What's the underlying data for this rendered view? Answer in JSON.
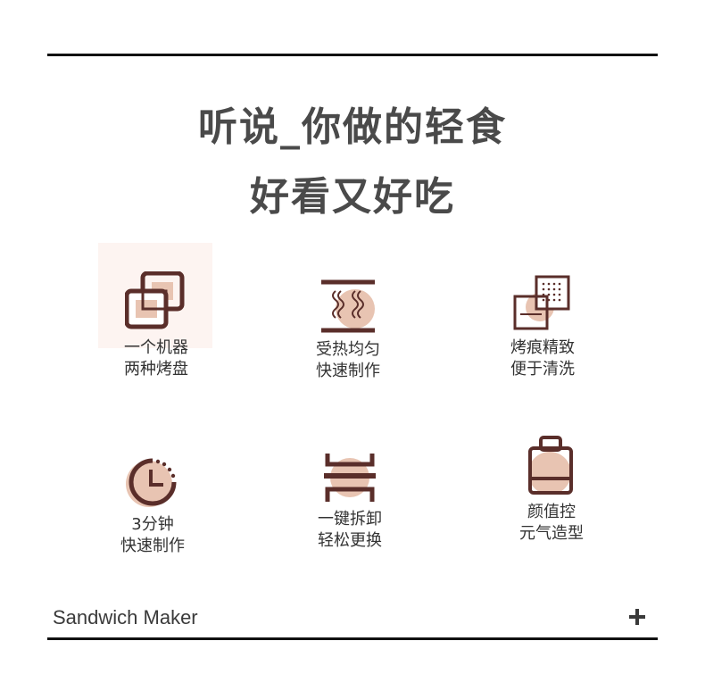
{
  "headline": {
    "line1": "听说_你做的轻食",
    "line2": "好看又好吃"
  },
  "features": [
    {
      "icon": "dual-plate-icon",
      "line1": "一个机器",
      "line2": "两种烤盘"
    },
    {
      "icon": "heat-coil-icon",
      "line1": "受热均匀",
      "line2": "快速制作"
    },
    {
      "icon": "grill-pattern-icon",
      "line1": "烤痕精致",
      "line2": "便于清洗"
    },
    {
      "icon": "clock-icon",
      "line1": "3分钟",
      "line2": "快速制作"
    },
    {
      "icon": "detachable-plate-icon",
      "line1": "一键拆卸",
      "line2": "轻松更换"
    },
    {
      "icon": "bag-shape-icon",
      "line1": "颜值控",
      "line2": "元气造型"
    }
  ],
  "footer": {
    "title": "Sandwich Maker"
  },
  "colors": {
    "icon_stroke": "#5a2e2a",
    "icon_fill": "#e8c4b2",
    "highlight_bg": "#fdf4f1",
    "rule": "#111111"
  }
}
